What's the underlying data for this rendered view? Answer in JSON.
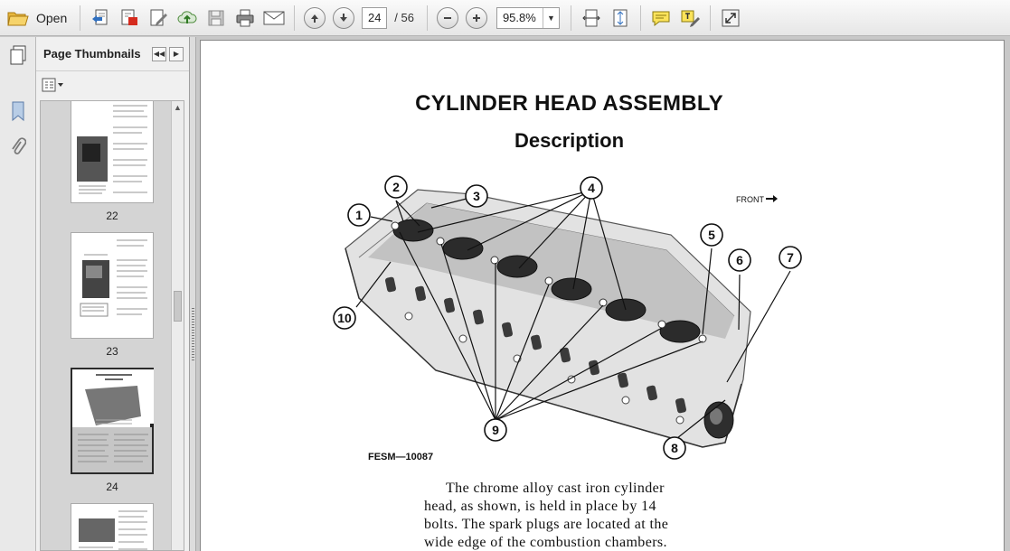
{
  "toolbar": {
    "open_label": "Open",
    "current_page": "24",
    "total_pages": "/ 56",
    "zoom": "95.8%",
    "icons": [
      "folder-open-icon",
      "create-pdf-icon",
      "export-pdf-icon",
      "edit-pdf-icon",
      "upload-icon",
      "save-icon",
      "print-icon",
      "email-icon",
      "page-up-icon",
      "page-down-icon",
      "zoom-out-icon",
      "zoom-in-icon",
      "fit-width-icon",
      "fit-page-icon",
      "comment-icon",
      "highlight-icon",
      "fullscreen-icon"
    ]
  },
  "sidebar": {
    "title": "Page Thumbnails",
    "thumbnails": [
      {
        "label": "22"
      },
      {
        "label": "23"
      },
      {
        "label": "24"
      }
    ]
  },
  "document": {
    "title": "CYLINDER HEAD ASSEMBLY",
    "subtitle": "Description",
    "front_label": "FRONT",
    "figure_label": "FESM—10087",
    "callouts": [
      "1",
      "2",
      "3",
      "4",
      "5",
      "6",
      "7",
      "8",
      "9",
      "10"
    ],
    "body_lines": [
      "The chrome alloy cast iron cylinder",
      "head, as shown, is held in place by 14",
      "bolts.  The spark plugs are located at the",
      "wide edge of the combustion chambers."
    ]
  }
}
